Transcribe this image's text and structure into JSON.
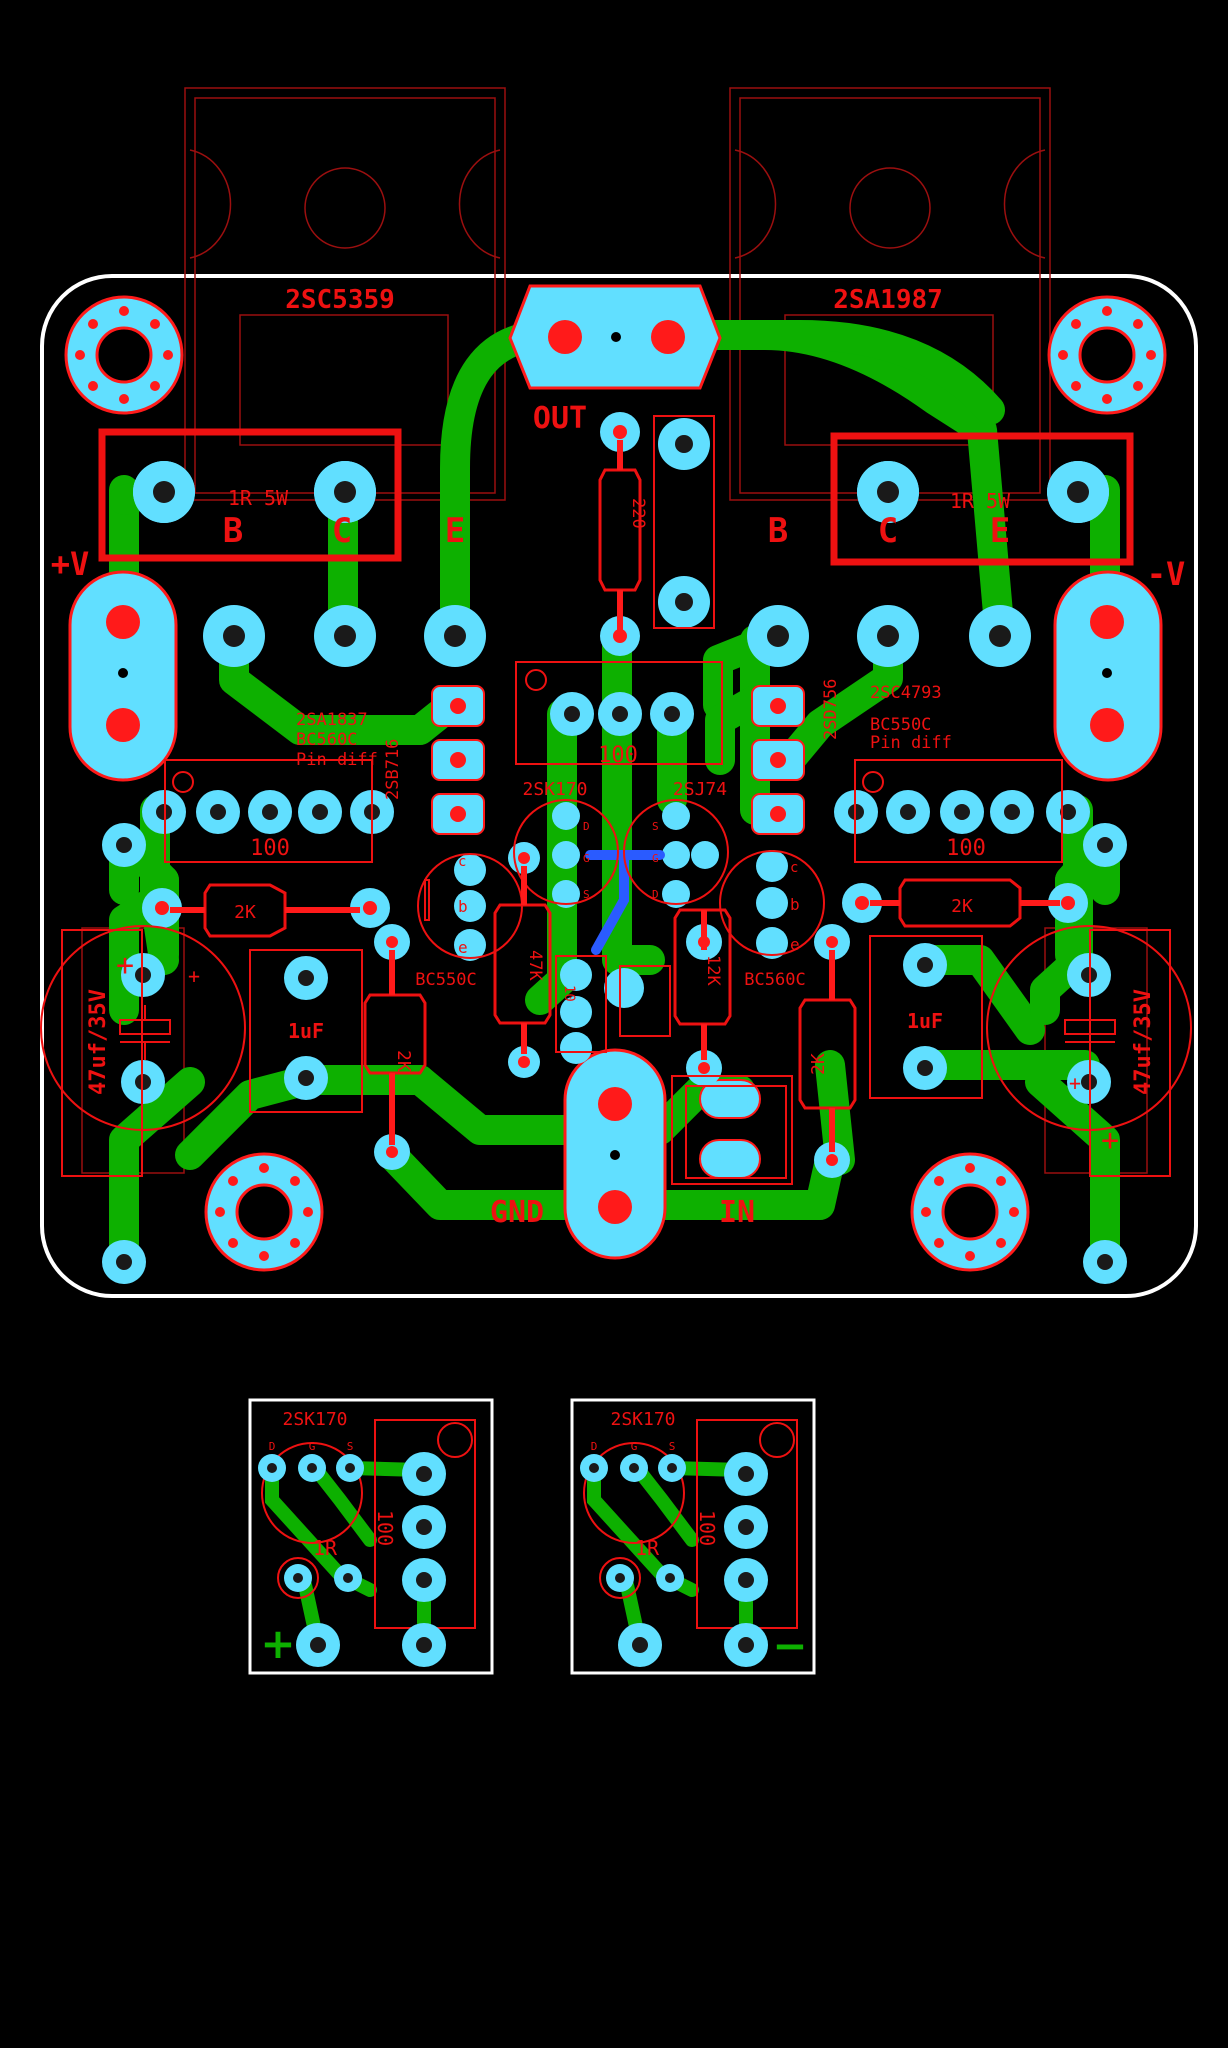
{
  "board": {
    "colors": {
      "background": "#000000",
      "outline": "#ffffff",
      "track": "#0db000",
      "pad": "#61dfff",
      "drill": "#ff1a1a",
      "silk": "#ee1111",
      "jumper": "#2a5bff"
    }
  },
  "main": {
    "transistors": {
      "left_power": "2SC5359",
      "right_power": "2SA1987",
      "left_driver_a": "2SA1837",
      "left_driver_b": "BC560C",
      "left_driver_c": "Pin diff",
      "right_driver_a": "2SC4793",
      "right_driver_b": "BC550C",
      "right_driver_c": "Pin diff",
      "left_tab": "2SB716",
      "right_tab": "2SD756",
      "left_bjt": "BC550C",
      "right_bjt": "BC560C",
      "jfet_n": "2SK170",
      "jfet_p": "2SJ74"
    },
    "resistors": {
      "left_emitter": "1R 5W",
      "right_emitter": "1R 5W",
      "feedback": "220",
      "left_2k": "2K",
      "right_2k": "2K",
      "vertical_2k": "2K",
      "vertical_2k_right": "2K",
      "r47k": "47K",
      "r12k": "12K",
      "r10": "10"
    },
    "trimmers": {
      "center": "100",
      "left": "100",
      "right": "100"
    },
    "capacitors": {
      "left_elec": "47uf/35V",
      "right_elec": "47uf/35V",
      "left_film": "1uF",
      "right_film": "1uF"
    },
    "pins": {
      "b": "B",
      "c": "C",
      "e": "E"
    },
    "bjt_pins": {
      "c": "c",
      "b": "b",
      "e": "e"
    },
    "jfet_pins": {
      "d": "D",
      "g": "G",
      "s": "S"
    },
    "terminals": {
      "pos": "+V",
      "neg": "-V",
      "out": "OUT",
      "gnd": "GND",
      "in": "IN"
    },
    "polarity": "+"
  },
  "sub_boards": [
    {
      "jfet": "2SK170",
      "pins": [
        "D",
        "G",
        "S"
      ],
      "resistor": "1R",
      "trimmer": "100",
      "sign": "+"
    },
    {
      "jfet": "2SK170",
      "pins": [
        "D",
        "G",
        "S"
      ],
      "resistor": "1R",
      "trimmer": "100",
      "sign": "−"
    }
  ]
}
